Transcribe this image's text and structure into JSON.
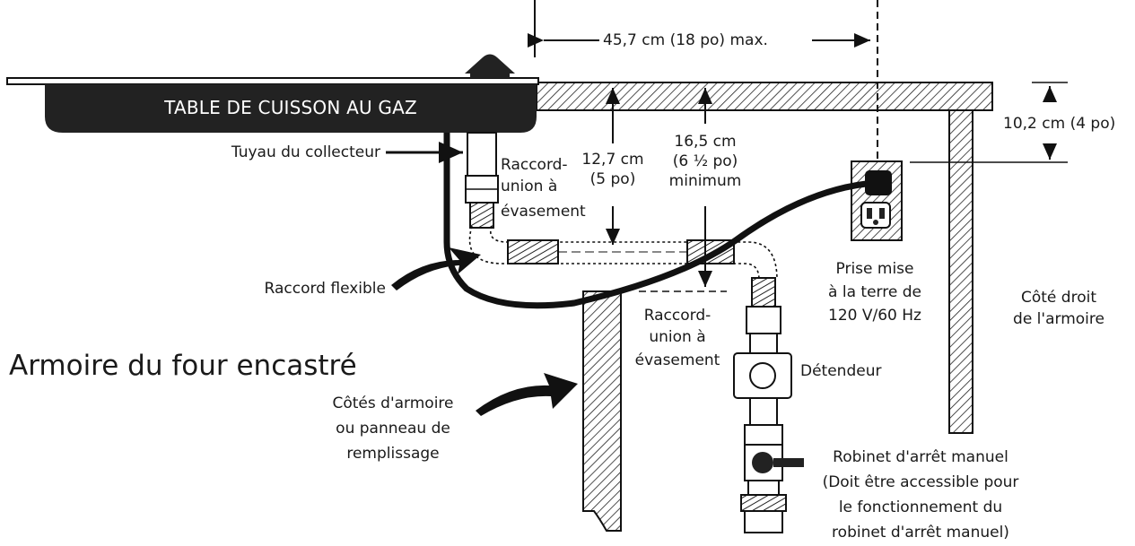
{
  "cooktop_label": "TABLE DE CUISSON AU GAZ",
  "cabinet_title": "Armoire du four encastré",
  "dims": {
    "max_distance": "45,7 cm (18 po) max.",
    "outlet_height": "10,2 cm (4 po)",
    "depth_5in": [
      "12,7 cm",
      "(5 po)"
    ],
    "depth_min": [
      "16,5 cm",
      "(6 ½ po)",
      "minimum"
    ]
  },
  "labels": {
    "manifold_pipe": "Tuyau du collecteur",
    "flare_union_top": [
      "Raccord-",
      "union à",
      "évasement"
    ],
    "flex_connector": "Raccord flexible",
    "flare_union_bottom": [
      "Raccord-",
      "union à",
      "évasement"
    ],
    "outlet": [
      "Prise mise",
      "à la terre de",
      "120 V/60 Hz"
    ],
    "cabinet_right": [
      "Côté droit",
      "de l'armoire"
    ],
    "regulator": "Détendeur",
    "cabinet_sides": [
      "Côtés d'armoire",
      "ou panneau de",
      "remplissage"
    ],
    "shutoff_valve": [
      "Robinet d'arrêt manuel",
      "(Doit être accessible pour",
      "le fonctionnement du",
      "robinet d'arrêt manuel)"
    ]
  }
}
